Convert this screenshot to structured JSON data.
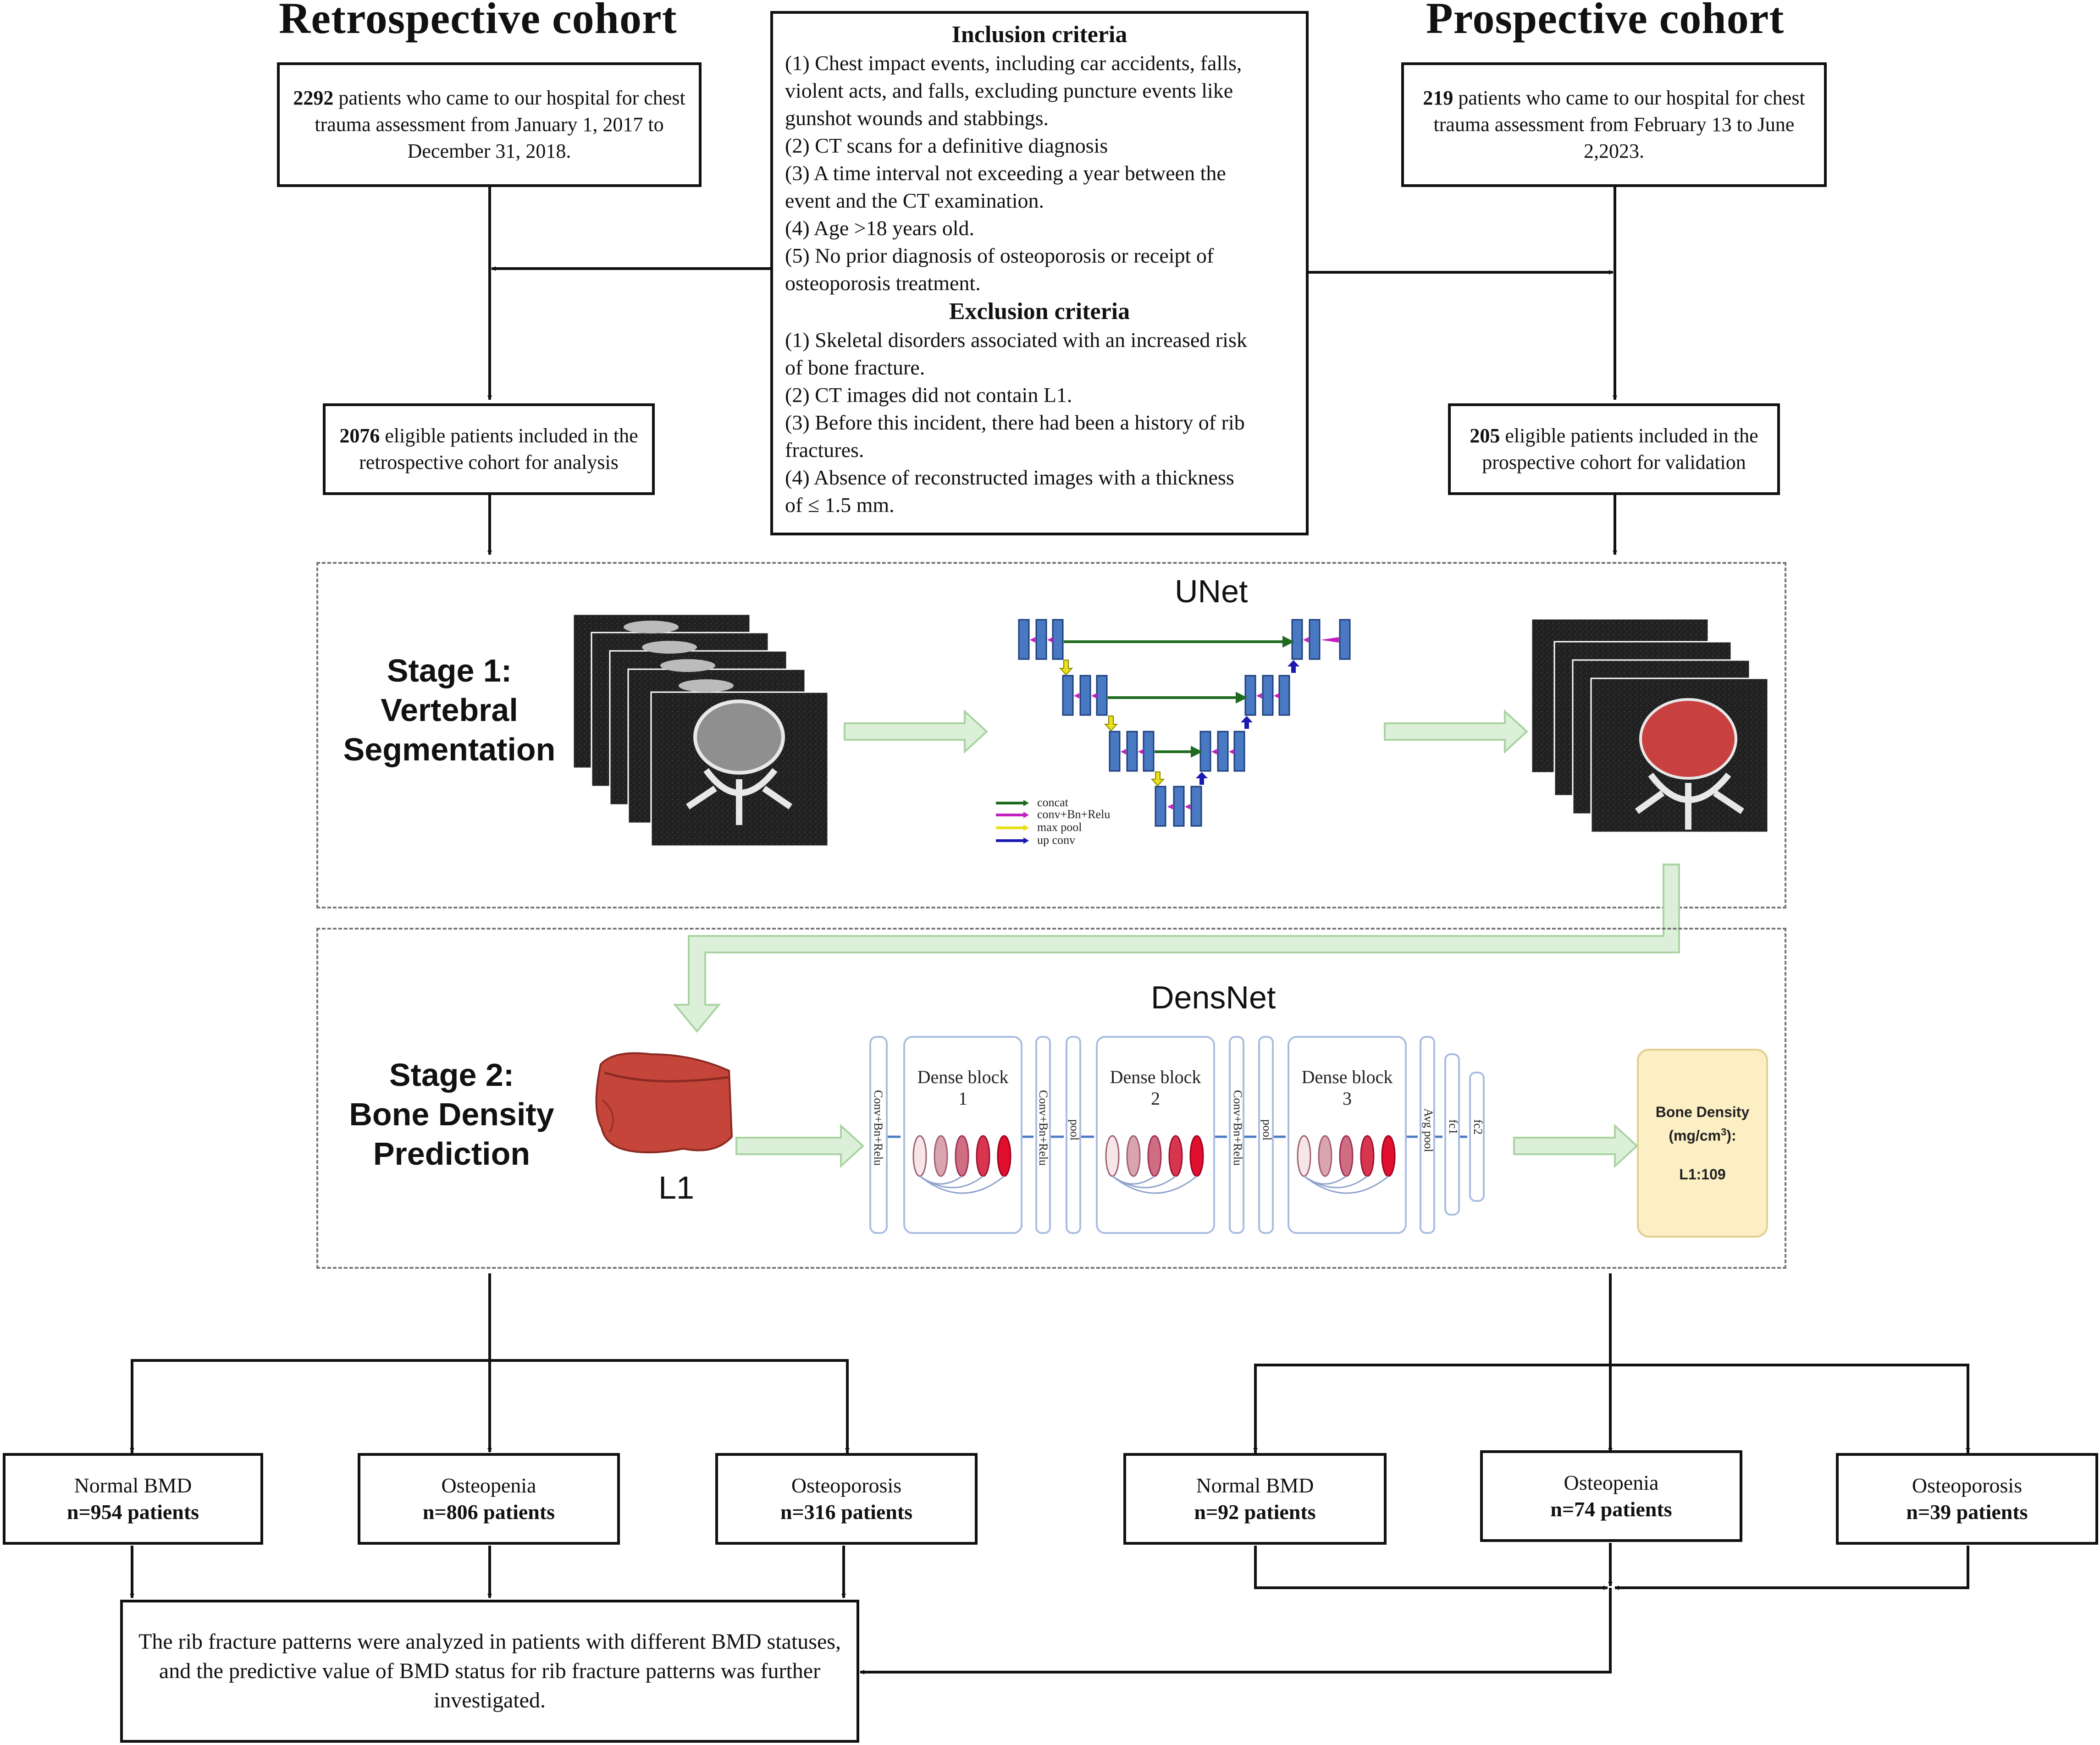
{
  "cohorts": {
    "retrospective_title": "Retrospective  cohort",
    "prospective_title": "Prospective  cohort"
  },
  "retrospective": {
    "source_count": "2292",
    "source_text": " patients who came to our hospital for chest trauma assessment from January 1, 2017 to December 31, 2018.",
    "eligible_count": "2076",
    "eligible_text": " eligible patients included in the retrospective  cohort  for analysis"
  },
  "prospective": {
    "source_count": "219",
    "source_text": " patients who came to our hospital for chest trauma assessment from February 13 to June 2,2023.",
    "eligible_count": "205",
    "eligible_text": "  eligible patients included in the prospective  cohort  for validation"
  },
  "criteria": {
    "inclusion_title": "Inclusion criteria",
    "inclusion_lines": [
      "(1) Chest impact events, including car accidents, falls,",
      "violent acts, and falls, excluding puncture events like",
      "gunshot wounds and stabbings.",
      "(2) CT scans for a definitive diagnosis",
      "(3) A time interval not exceeding a year between the",
      "event and the CT examination.",
      "(4)  Age >18 years old.",
      "(5) No prior diagnosis of osteoporosis or receipt of",
      "osteoporosis treatment."
    ],
    "exclusion_title": "Exclusion criteria",
    "exclusion_lines": [
      "(1) Skeletal disorders associated with an increased risk",
      "of bone fracture.",
      "(2) CT images did not contain L1.",
      "(3) Before this incident, there had been a history of rib",
      "fractures.",
      "(4) Absence of reconstructed images with a thickness",
      "of ≤ 1.5 mm."
    ]
  },
  "stage1": {
    "label_lines": [
      "Stage 1:",
      "Vertebral",
      "Segmentation"
    ],
    "network_title": "UNet",
    "legend": [
      "concat",
      "conv+Bn+Relu",
      "max pool",
      "up conv"
    ]
  },
  "stage2": {
    "label_lines": [
      "Stage 2:",
      "Bone Density",
      "Prediction"
    ],
    "network_title": "DensNet",
    "vertebra_label": "L1",
    "layers": {
      "conv": "Conv+Bn+Relu",
      "pool": "pool",
      "avg_pool": "Avg pool",
      "fc1": "fc1",
      "fc2": "fc2"
    },
    "dense_blocks": [
      {
        "title": "Dense block",
        "number": "1"
      },
      {
        "title": "Dense block",
        "number": "2"
      },
      {
        "title": "Dense block",
        "number": "3"
      }
    ],
    "output_title": "Bone Density",
    "output_unit_prefix": "(mg/cm",
    "output_unit_exp": "3",
    "output_unit_suffix": "):",
    "output_value": "L1:109"
  },
  "results": {
    "retrospective": [
      {
        "label": "Normal BMD",
        "count": "n=954 patients"
      },
      {
        "label": "Osteopenia",
        "count": "n=806 patients"
      },
      {
        "label": "Osteoporosis",
        "count": "n=316 patients"
      }
    ],
    "prospective": [
      {
        "label": "Normal BMD",
        "count": "n=92 patients"
      },
      {
        "label": "Osteopenia",
        "count": "n=74 patients"
      },
      {
        "label": "Osteoporosis",
        "count": "n=39 patients"
      }
    ]
  },
  "conclusion": "The rib fracture patterns were analyzed in patients with different BMD statuses, and the predictive value of BMD status for rib fracture patterns was further investigated.",
  "colors": {
    "line": "#111111",
    "flow_arrow_fill": "#dcefd8",
    "flow_arrow_stroke": "#a9d3a1",
    "unet_block": "#4a79c4",
    "concat_arrow": "#1f6b1f",
    "conv_arrow": "#c21fc2",
    "pool_arrow": "#e8e018",
    "upconv_arrow": "#1a1ab0",
    "mask": "#c84040",
    "output_bg": "#fcefc4"
  }
}
